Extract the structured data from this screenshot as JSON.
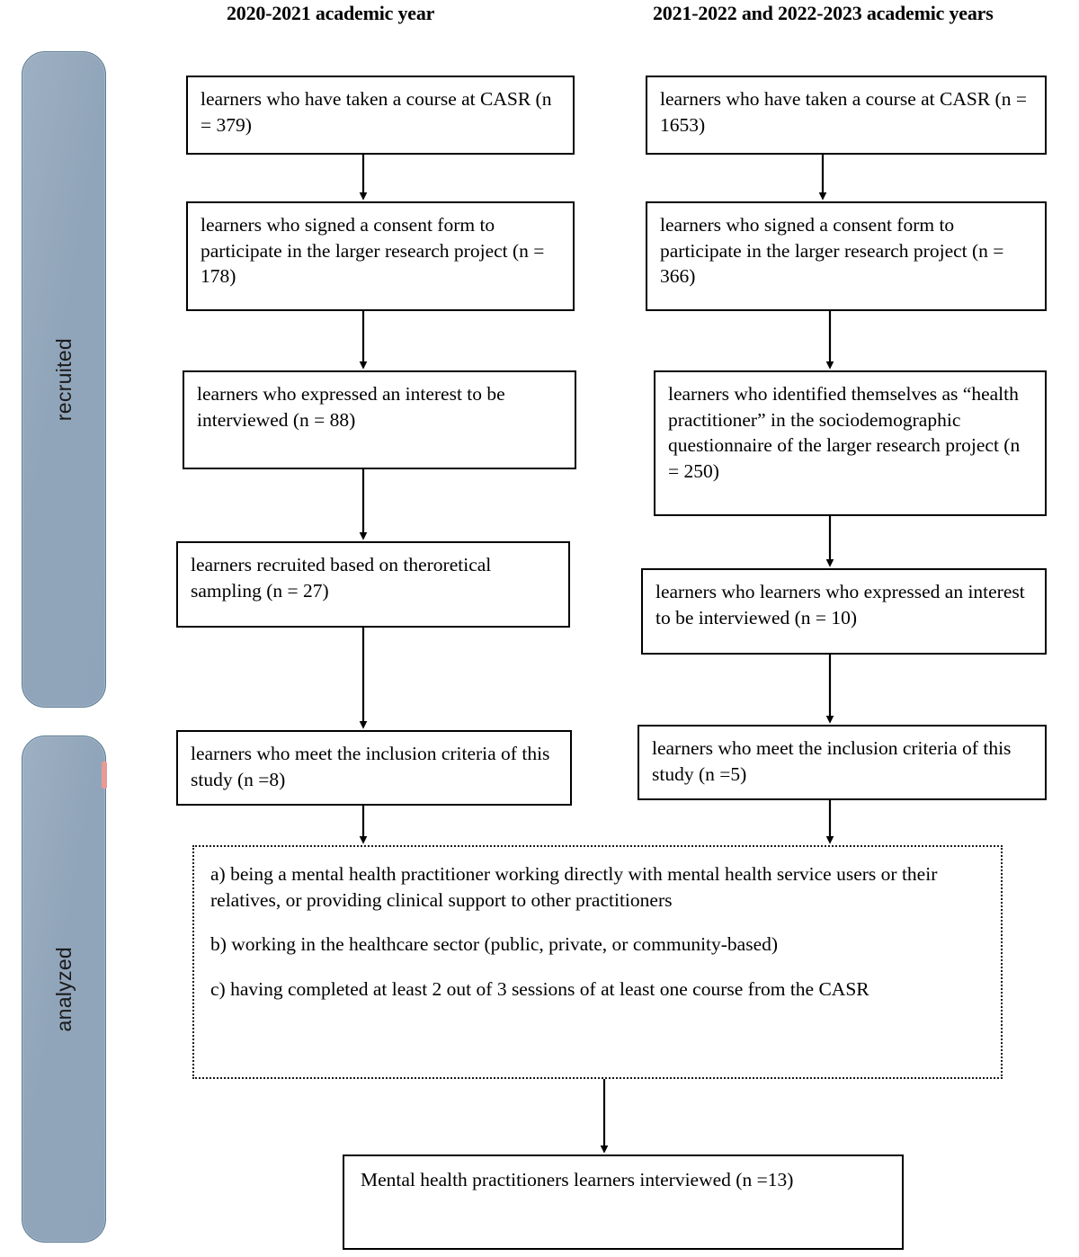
{
  "headers": {
    "left": "2020-2021 academic year",
    "right": "2021-2022 and 2022-2023 academic years"
  },
  "stages": [
    {
      "label": "recruited"
    },
    {
      "label": "analyzed"
    }
  ],
  "colors": {
    "stage_bar_fill": "#94a8bc",
    "stage_bar_border": "#5c7c92",
    "stage_mark": "#e79a96",
    "box_border": "#000000",
    "box_fill": "#ffffff",
    "text": "#000000"
  },
  "flow": {
    "left_column": [
      {
        "text": "learners who have taken a course at CASR (n = 379)"
      },
      {
        "text": "learners who signed a consent form to participate in the larger research project (n = 178)"
      },
      {
        "text": "learners who expressed an interest to be interviewed (n = 88)"
      },
      {
        "text": "learners recruited based on theroretical sampling  (n = 27)"
      },
      {
        "text": "learners who meet the inclusion criteria of this study (n =8)"
      }
    ],
    "right_column": [
      {
        "text": "learners who have taken a course at CASR (n = 1653)"
      },
      {
        "text": "learners who signed a consent form to participate in the larger research project (n = 366)"
      },
      {
        "text": "learners who identified themselves as “health practitioner” in the sociodemographic questionnaire of the larger research project (n = 250)"
      },
      {
        "text": "learners who learners who expressed an interest to be interviewed (n = 10)"
      },
      {
        "text": "learners who meet the inclusion criteria of this study (n =5)"
      }
    ],
    "criteria": {
      "items": [
        "a) being a mental health practitioner working directly with mental health service users or their relatives, or providing clinical support to other practitioners",
        "b) working in the healthcare sector (public, private, or community-based)",
        "c) having completed at least 2 out of 3 sessions of at least one course from the CASR"
      ]
    },
    "final": {
      "text": "Mental health practitioners learners interviewed (n =13)"
    }
  },
  "chart_data": {
    "type": "diagram",
    "title": "Participant recruitment and inclusion flow diagram",
    "columns": [
      "2020-2021 academic year",
      "2021-2022 and 2022-2023 academic years"
    ],
    "stages": [
      "recruited",
      "analyzed"
    ],
    "nodes": [
      {
        "column": "left",
        "step": 1,
        "label": "learners who have taken a course at CASR",
        "n": 379
      },
      {
        "column": "left",
        "step": 2,
        "label": "learners who signed a consent form to participate in the larger research project",
        "n": 178
      },
      {
        "column": "left",
        "step": 3,
        "label": "learners who expressed an interest to be interviewed",
        "n": 88
      },
      {
        "column": "left",
        "step": 4,
        "label": "learners recruited based on theroretical sampling",
        "n": 27
      },
      {
        "column": "left",
        "step": 5,
        "label": "learners who meet the inclusion criteria of this study",
        "n": 8
      },
      {
        "column": "right",
        "step": 1,
        "label": "learners who have taken a course at CASR",
        "n": 1653
      },
      {
        "column": "right",
        "step": 2,
        "label": "learners who signed a consent form to participate in the larger research project",
        "n": 366
      },
      {
        "column": "right",
        "step": 3,
        "label": "learners who identified themselves as “health practitioner” in the sociodemographic questionnaire of the larger research project",
        "n": 250
      },
      {
        "column": "right",
        "step": 4,
        "label": "learners who learners who expressed an interest to be interviewed",
        "n": 10
      },
      {
        "column": "right",
        "step": 5,
        "label": "learners who meet the inclusion criteria of this study",
        "n": 5
      },
      {
        "column": "both",
        "step": 6,
        "label": "inclusion criteria",
        "n": null
      },
      {
        "column": "both",
        "step": 7,
        "label": "Mental health practitioners learners interviewed",
        "n": 13
      }
    ]
  }
}
